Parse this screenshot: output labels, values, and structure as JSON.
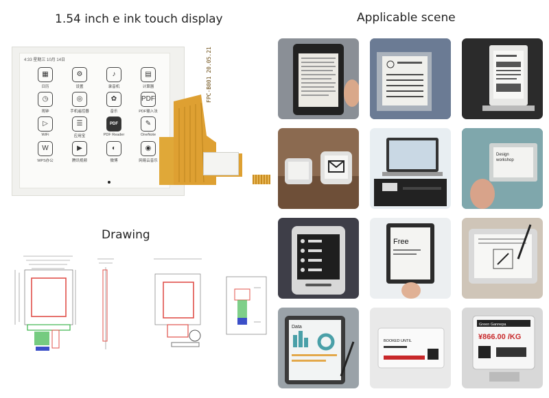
{
  "titles": {
    "left": "1.54 inch e ink touch display",
    "right": "Applicable scene",
    "drawing": "Drawing"
  },
  "display": {
    "status_bar": "4:33  星期三 10月 14日",
    "apps": [
      {
        "label": "日历",
        "icon": "calendar-icon",
        "glyph": "▦"
      },
      {
        "label": "设置",
        "icon": "gear-icon",
        "glyph": "⚙"
      },
      {
        "label": "录音机",
        "icon": "microphone-icon",
        "glyph": "♪"
      },
      {
        "label": "计算器",
        "icon": "calculator-icon",
        "glyph": "▤"
      },
      {
        "label": "闹钟",
        "icon": "clock-icon",
        "glyph": "◷"
      },
      {
        "label": "手机遥控器",
        "icon": "remote-icon",
        "glyph": "◎"
      },
      {
        "label": "音乐",
        "icon": "music-icon",
        "glyph": "✿"
      },
      {
        "label": "PDF输入法",
        "icon": "pdf-icon",
        "glyph": "PDF"
      },
      {
        "label": "WiFi",
        "icon": "wifi-icon",
        "glyph": "▷"
      },
      {
        "label": "应用宝",
        "icon": "app-store-icon",
        "glyph": "☰"
      },
      {
        "label": "PDF Reader",
        "icon": "pdf-reader-icon",
        "glyph": "PDF",
        "dark": true
      },
      {
        "label": "OneNote",
        "icon": "notes-icon",
        "glyph": "✎"
      },
      {
        "label": "WPS办公",
        "icon": "office-icon",
        "glyph": "W"
      },
      {
        "label": "腾讯视频",
        "icon": "video-icon",
        "glyph": "▶"
      },
      {
        "label": "微博",
        "icon": "weibo-icon",
        "glyph": "◐"
      },
      {
        "label": "网易云音乐",
        "icon": "cloud-music-icon",
        "glyph": "◉"
      }
    ],
    "fpc_label": "FPC-B001 20.05.21"
  },
  "scenes": [
    {
      "name": "e-reader"
    },
    {
      "name": "subway-sign"
    },
    {
      "name": "desk-display"
    },
    {
      "name": "mini-displays"
    },
    {
      "name": "printer-laptop"
    },
    {
      "name": "design-workshop-sign",
      "text": "Design workshop"
    },
    {
      "name": "handheld-dashboard"
    },
    {
      "name": "free-room-tablet",
      "text": "Free"
    },
    {
      "name": "tablet-stylus"
    },
    {
      "name": "data-tablet",
      "text": "Data"
    },
    {
      "name": "booked-shelf-label",
      "text": "BOOKED UNTIL"
    },
    {
      "name": "price-tag",
      "text": "¥866.00 /KG",
      "subtext": "Green Gannepa"
    }
  ],
  "colors": {
    "fpc": "#d89a2a",
    "drawing_red": "#e0504a",
    "drawing_green": "#3ab54a",
    "drawing_blue": "#3b4fc8"
  }
}
